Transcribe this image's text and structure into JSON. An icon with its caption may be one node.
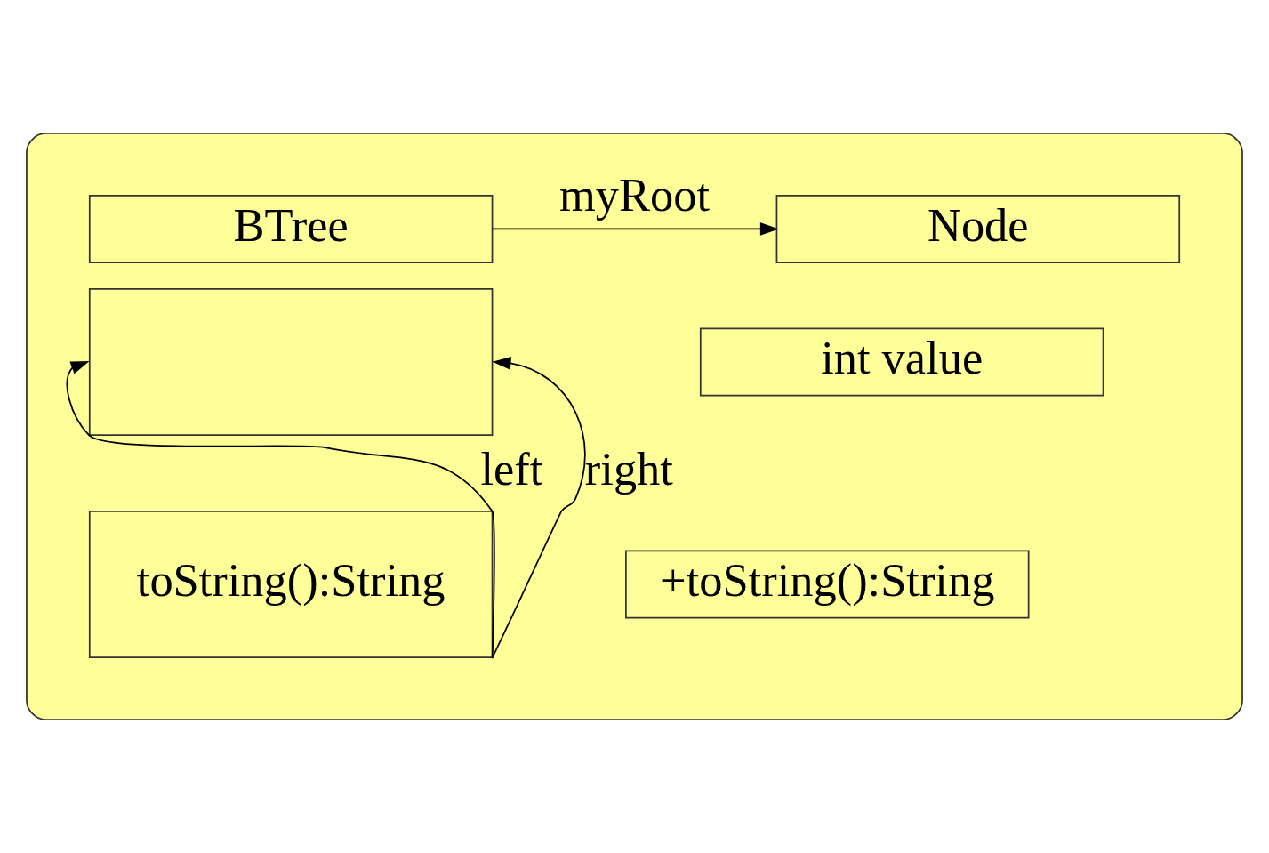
{
  "diagram": {
    "nodes": [
      {
        "text": [],
        "shape": "box"
      },
      {
        "text": [
          "BTree"
        ],
        "in": 0
      },
      {
        "text": [],
        "shape": "box",
        "in": 0
      },
      {
        "text": [
          "toString():String"
        ],
        "in": 0
      },
      {
        "text": [
          "Node"
        ],
        "in": 0
      },
      {
        "text": [
          "int value"
        ],
        "in": 0
      },
      {
        "text": [
          "+toString():String"
        ],
        "in": 0
      }
    ],
    "edges": [
      {
        "from": 1,
        "to": 4,
        "label": "myRoot",
        "arrow": "to"
      },
      {
        "from": 3,
        "to": 2,
        "label": "left",
        "arrow": "to"
      },
      {
        "from": 3,
        "to": 2,
        "label": "right",
        "arrow": "to"
      }
    ]
  }
}
